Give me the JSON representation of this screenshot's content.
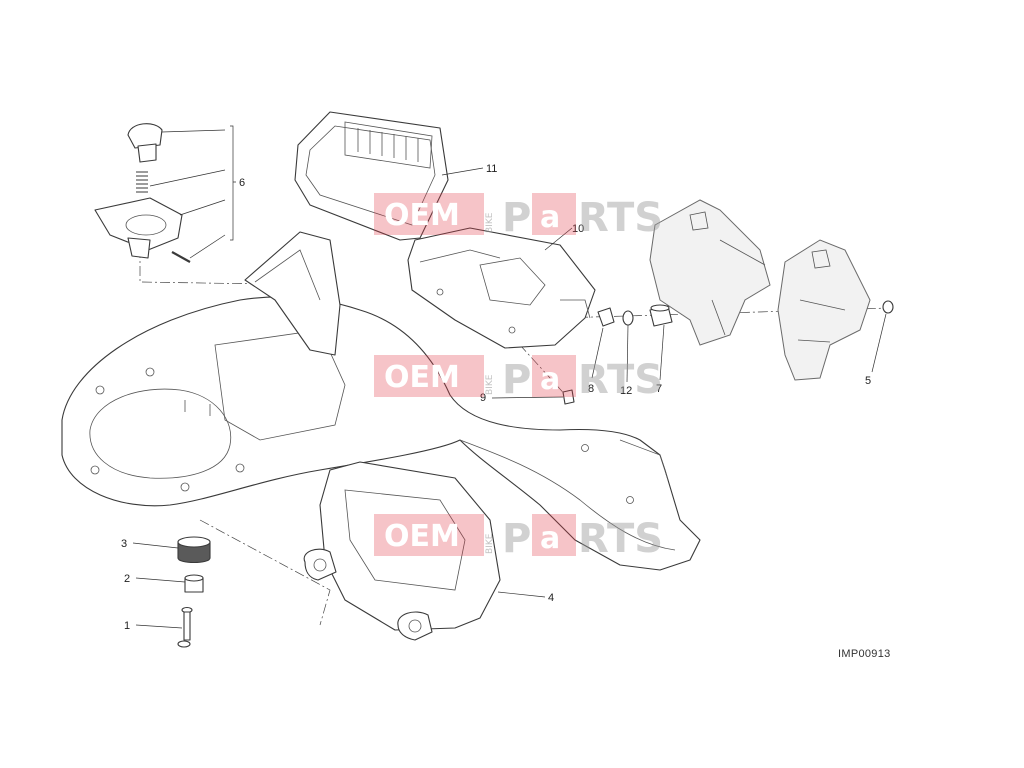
{
  "diagram": {
    "drawing_code": "IMP00913",
    "callouts": {
      "c1": "1",
      "c2": "2",
      "c3": "3",
      "c4": "4",
      "c5": "5",
      "c6": "6",
      "c7": "7",
      "c8": "8",
      "c9": "9",
      "c10": "10",
      "c11": "11",
      "c12": "12"
    },
    "watermark": {
      "oem": "OEM",
      "bike": "BIKE",
      "parts_p": "P",
      "parts_a": "a",
      "parts_rest": "RTS"
    }
  },
  "colors": {
    "watermark_red": "#e23c48",
    "watermark_grey": "#9a9a9a",
    "line": "#3a3a3a"
  }
}
